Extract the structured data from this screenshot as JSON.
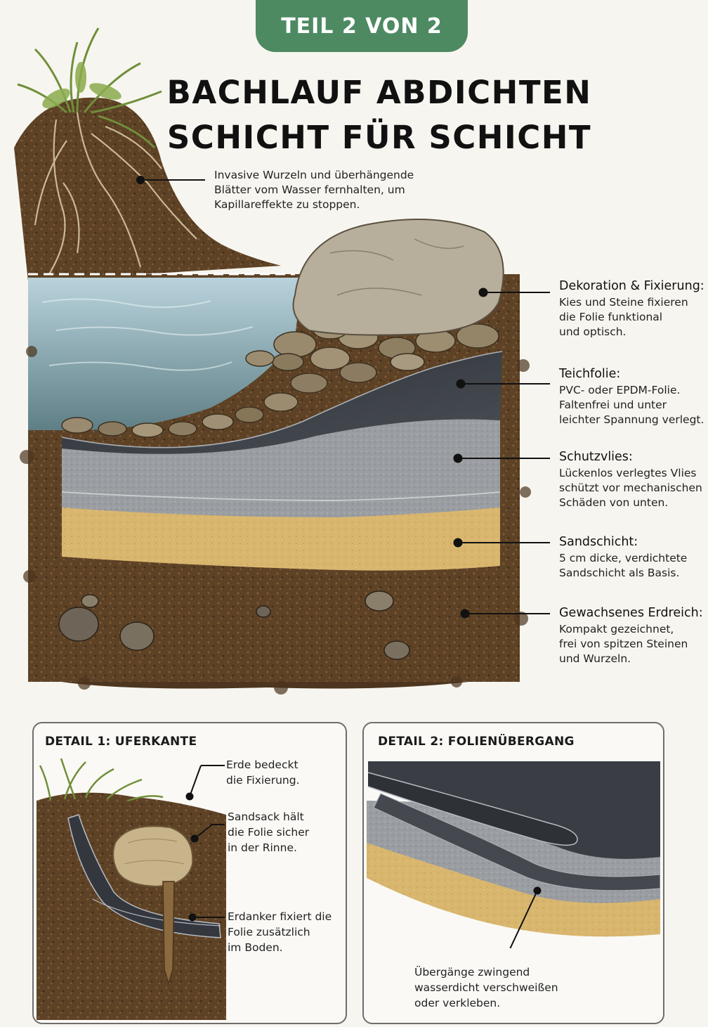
{
  "header": {
    "badge": "TEIL 2 VON 2",
    "title_line1": "BACHLAUF ABDICHTEN",
    "title_line2": "SCHICHT FÜR SCHICHT"
  },
  "annotations": {
    "roots": {
      "line1": "Invasive Wurzeln und überhängende",
      "line2": "Blätter vom Wasser fernhalten, um",
      "line3": "Kapillareffekte zu stoppen."
    },
    "decoration": {
      "heading": "Dekoration & Fixierung:",
      "line1": "Kies und Steine fixieren",
      "line2": "die Folie funktional",
      "line3": "und optisch."
    },
    "liner": {
      "heading": "Teichfolie:",
      "line1": "PVC- oder EPDM-Folie.",
      "line2": "Faltenfrei und unter",
      "line3": "leichter Spannung verlegt."
    },
    "fleece": {
      "heading": "Schutzvlies:",
      "line1": "Lückenlos verlegtes Vlies",
      "line2": "schützt vor mechanischen",
      "line3": "Schäden von unten."
    },
    "sand": {
      "heading": "Sandschicht:",
      "line1": "5 cm dicke, verdichtete",
      "line2": "Sandschicht als Basis."
    },
    "soil": {
      "heading": "Gewachsenes Erdreich:",
      "line1": "Kompakt gezeichnet,",
      "line2": "frei von spitzen Steinen",
      "line3": "und Wurzeln."
    }
  },
  "detail1": {
    "title": "DETAIL 1: UFERKANTE",
    "earth": {
      "line1": "Erde bedeckt",
      "line2": "die Fixierung."
    },
    "sandbag": {
      "line1": "Sandsack hält",
      "line2": "die Folie sicher",
      "line3": "in der Rinne."
    },
    "anchor": {
      "line1": "Erdanker fixiert die",
      "line2": "Folie zusätzlich",
      "line3": "im Boden."
    }
  },
  "detail2": {
    "title": "DETAIL 2: FOLIENÜBERGANG",
    "seam": {
      "line1": "Übergänge zwingend",
      "line2": "wasserdicht verschweißen",
      "line3": "oder verkleben."
    }
  },
  "colors": {
    "accent": "#4d8a62",
    "soil": "#5e4226",
    "sand": "#d8b66e",
    "fleece": "#8f9296",
    "liner": "#3b3f45",
    "water": "#8fb3c2"
  }
}
